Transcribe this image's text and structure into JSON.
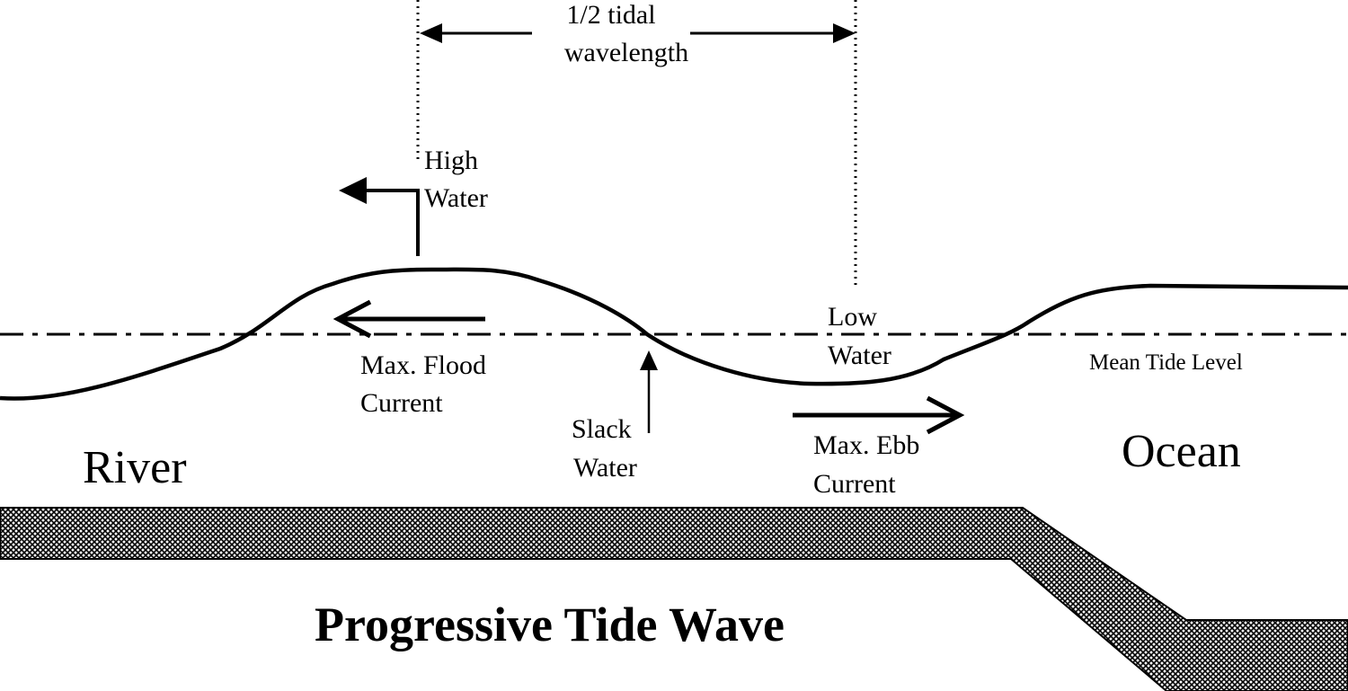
{
  "labels": {
    "half_wavelength_line1": "1/2 tidal",
    "half_wavelength_line2": "wavelength",
    "high_water_line1": "High",
    "high_water_line2": "Water",
    "low_water_line1": "Low",
    "low_water_line2": "Water",
    "max_flood_line1": "Max. Flood",
    "max_flood_line2": "Current",
    "max_ebb_line1": "Max. Ebb",
    "max_ebb_line2": "Current",
    "slack_line1": "Slack",
    "slack_line2": "Water",
    "mean_tide_level": "Mean Tide Level",
    "river": "River",
    "ocean": "Ocean",
    "title": "Progressive Tide Wave"
  },
  "colors": {
    "ink": "#000000",
    "background": "#ffffff",
    "sea_bed_fill": "#8a8a8a"
  }
}
